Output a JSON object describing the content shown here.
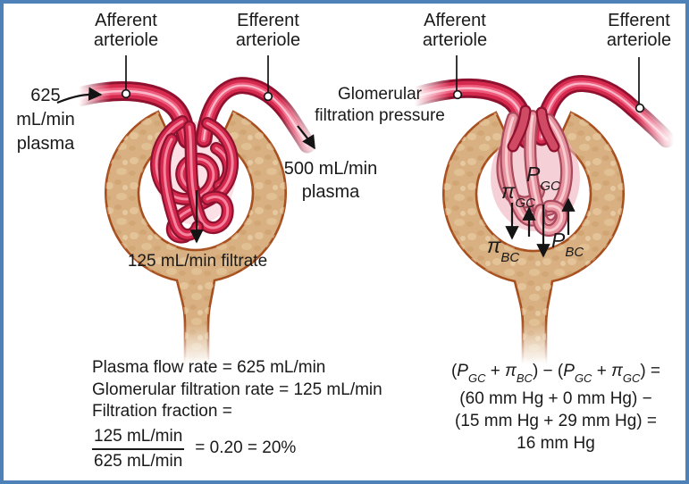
{
  "left_diagram": {
    "afferent_label": {
      "line1": "Afferent",
      "line2": "arteriole"
    },
    "efferent_label": {
      "line1": "Efferent",
      "line2": "arteriole"
    },
    "inflow_label": {
      "line1": "625",
      "line2": "mL/min",
      "line3": "plasma"
    },
    "outflow_label": {
      "line1": "500 mL/min",
      "line2": "plasma"
    },
    "filtrate_label": "125 mL/min filtrate"
  },
  "right_diagram": {
    "afferent_label": {
      "line1": "Afferent",
      "line2": "arteriole"
    },
    "efferent_label": {
      "line1": "Efferent",
      "line2": "arteriole"
    },
    "pressure_label": {
      "line1": "Glomerular",
      "line2": "filtration pressure"
    },
    "forces": {
      "pgc": {
        "sym": "P",
        "sub": "GC"
      },
      "pi_gc": {
        "sym": "π",
        "sub": "GC"
      },
      "pi_bc": {
        "sym": "π",
        "sub": "BC"
      },
      "pbc": {
        "sym": "P",
        "sub": "BC"
      }
    }
  },
  "equations": {
    "left": {
      "line1": "Plasma flow rate = 625 mL/min",
      "line2": "Glomerular filtration rate = 125 mL/min",
      "line3": "Filtration fraction =",
      "fraction": {
        "numerator": "125 mL/min",
        "denominator": "625 mL/min",
        "result": "= 0.20 = 20%"
      }
    },
    "right": {
      "line1": [
        {
          "t": "("
        },
        {
          "t": "P",
          "i": true
        },
        {
          "t": "GC",
          "sub": true
        },
        {
          "t": " + "
        },
        {
          "t": "π",
          "i": true
        },
        {
          "t": "BC",
          "sub": true
        },
        {
          "t": ") − ("
        },
        {
          "t": "P",
          "i": true
        },
        {
          "t": "GC",
          "sub": true
        },
        {
          "t": " + "
        },
        {
          "t": "π",
          "i": true
        },
        {
          "t": "GC",
          "sub": true
        },
        {
          "t": ") ="
        }
      ],
      "line2": "(60 mm Hg + 0 mm Hg) −",
      "line3": "(15 mm Hg + 29 mm Hg) =",
      "line4": "16 mm Hg"
    }
  },
  "colors": {
    "frame_border": "#4e81b7",
    "vessel_red": "#d5294d",
    "vessel_dark": "#8e1230",
    "vessel_highlight": "#f9b9c8",
    "glomerulus_right_pink": "#e8949f",
    "capsule_fill": "#d8b082",
    "capsule_outline": "#a84f1f",
    "text": "#1a1a1a"
  }
}
